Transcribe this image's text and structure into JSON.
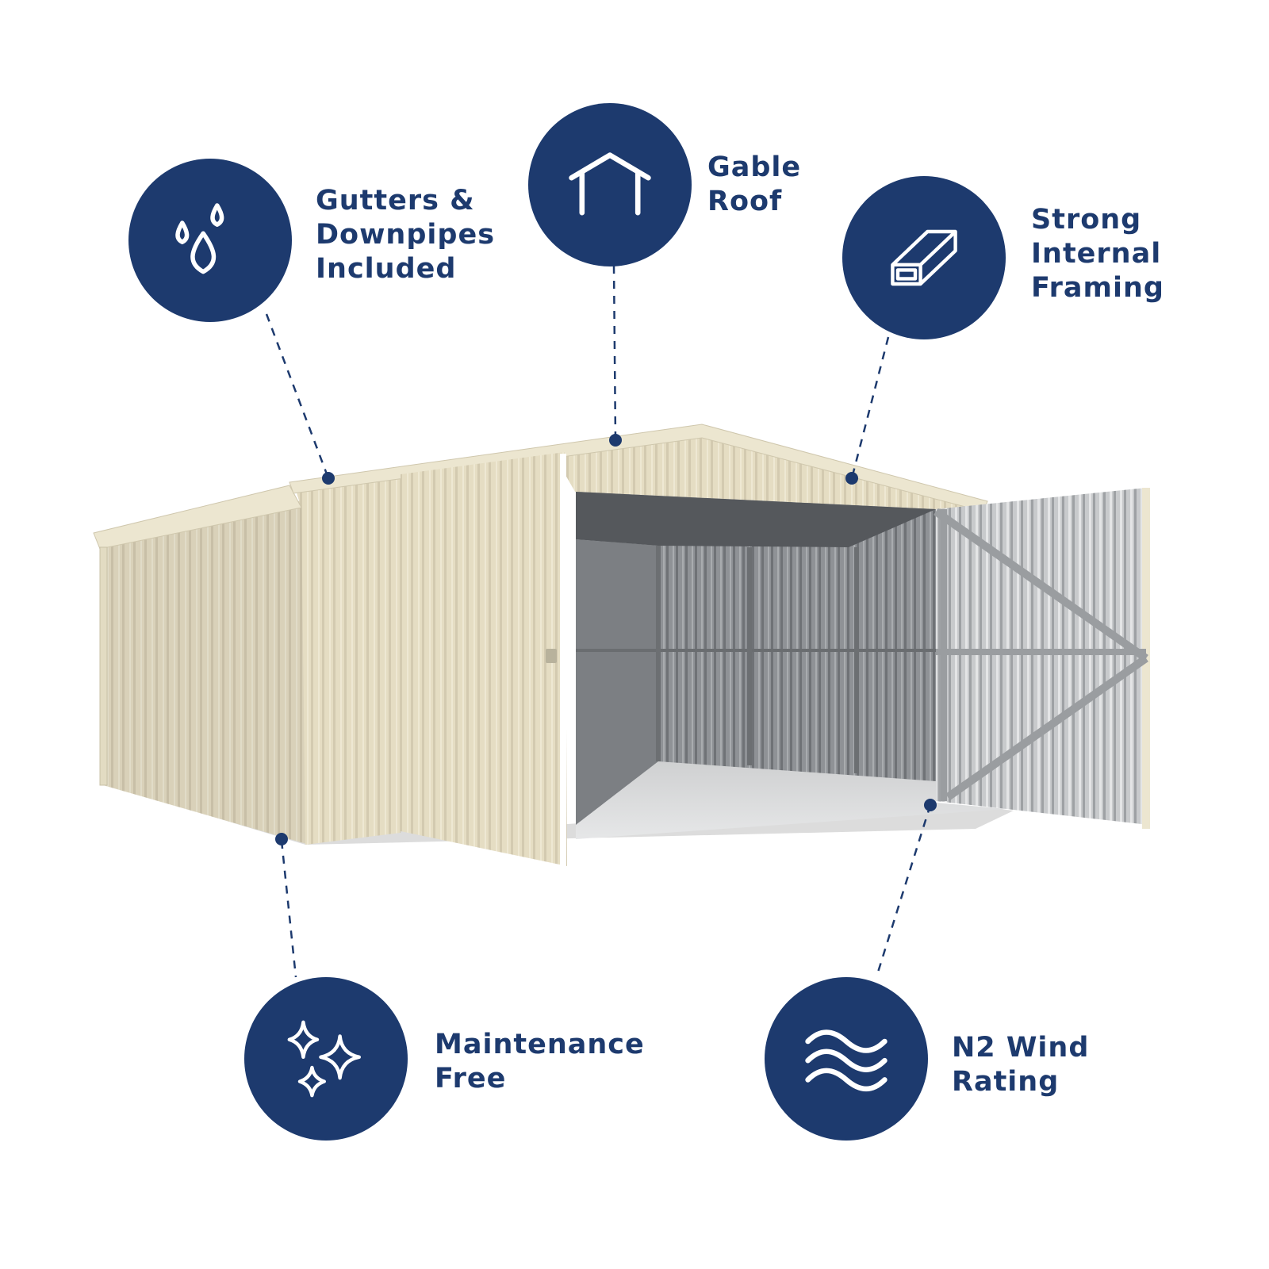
{
  "colors": {
    "accent": "#1d3a6e",
    "cladding": "#e6dfc6",
    "interior": "#8e9194"
  },
  "features": [
    {
      "id": "gutters",
      "icon": "water-drops-icon",
      "lines": [
        "Gutters &",
        "Downpipes",
        "Included"
      ]
    },
    {
      "id": "gable",
      "icon": "gable-roof-icon",
      "lines": [
        "Gable",
        "Roof"
      ]
    },
    {
      "id": "framing",
      "icon": "box-section-frame-icon",
      "lines": [
        "Strong",
        "Internal",
        "Framing"
      ]
    },
    {
      "id": "maintenance",
      "icon": "sparkles-icon",
      "lines": [
        "Maintenance",
        "Free"
      ]
    },
    {
      "id": "wind",
      "icon": "wind-waves-icon",
      "lines": [
        "N2 Wind",
        "Rating"
      ]
    }
  ]
}
